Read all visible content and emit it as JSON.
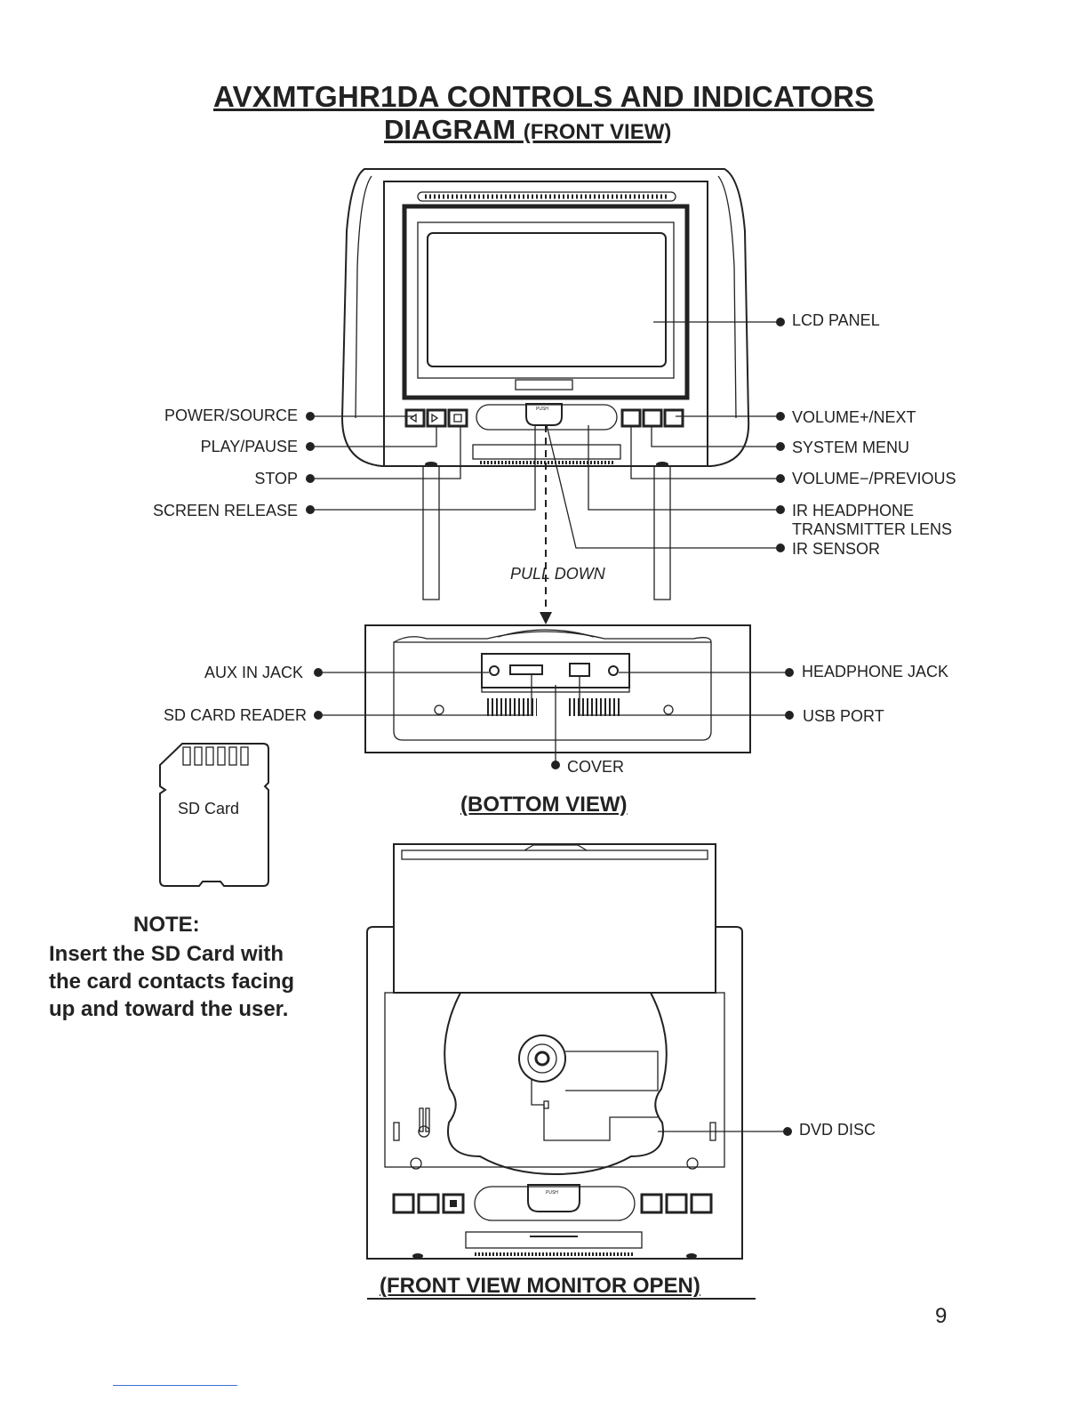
{
  "title": {
    "line1": "AVXMTGHR1DA CONTROLS AND INDICATORS",
    "line2_main": "DIAGRAM",
    "line2_sub": "(FRONT VIEW)"
  },
  "front_view": {
    "left_labels": {
      "power_source": "POWER/SOURCE",
      "play_pause": "PLAY/PAUSE",
      "stop": "STOP",
      "screen_release": "SCREEN RELEASE"
    },
    "right_labels": {
      "lcd_panel": "LCD PANEL",
      "volume_next": "VOLUME+/NEXT",
      "system_menu": "SYSTEM MENU",
      "volume_previous": "VOLUME−/PREVIOUS",
      "ir_headphone_1": "IR HEADPHONE",
      "ir_headphone_2": "TRANSMITTER LENS",
      "ir_sensor": "IR SENSOR"
    },
    "pull_down": "PULL DOWN",
    "push_label": "PUSH"
  },
  "bottom_view": {
    "aux_in_jack": "AUX IN JACK",
    "sd_card_reader": "SD CARD READER",
    "headphone_jack": "HEADPHONE JACK",
    "usb_port": "USB PORT",
    "cover": "COVER",
    "view_title": "(BOTTOM VIEW)"
  },
  "sd_card": {
    "label": "SD Card"
  },
  "note": {
    "heading": "NOTE:",
    "lines": [
      "Insert the SD Card with",
      "the card contacts facing",
      "up and toward the user."
    ]
  },
  "monitor_open": {
    "dvd_disc": "DVD DISC",
    "view_title": "(FRONT VIEW MONITOR OPEN)",
    "push_label": "PUSH"
  },
  "page_number": "9"
}
